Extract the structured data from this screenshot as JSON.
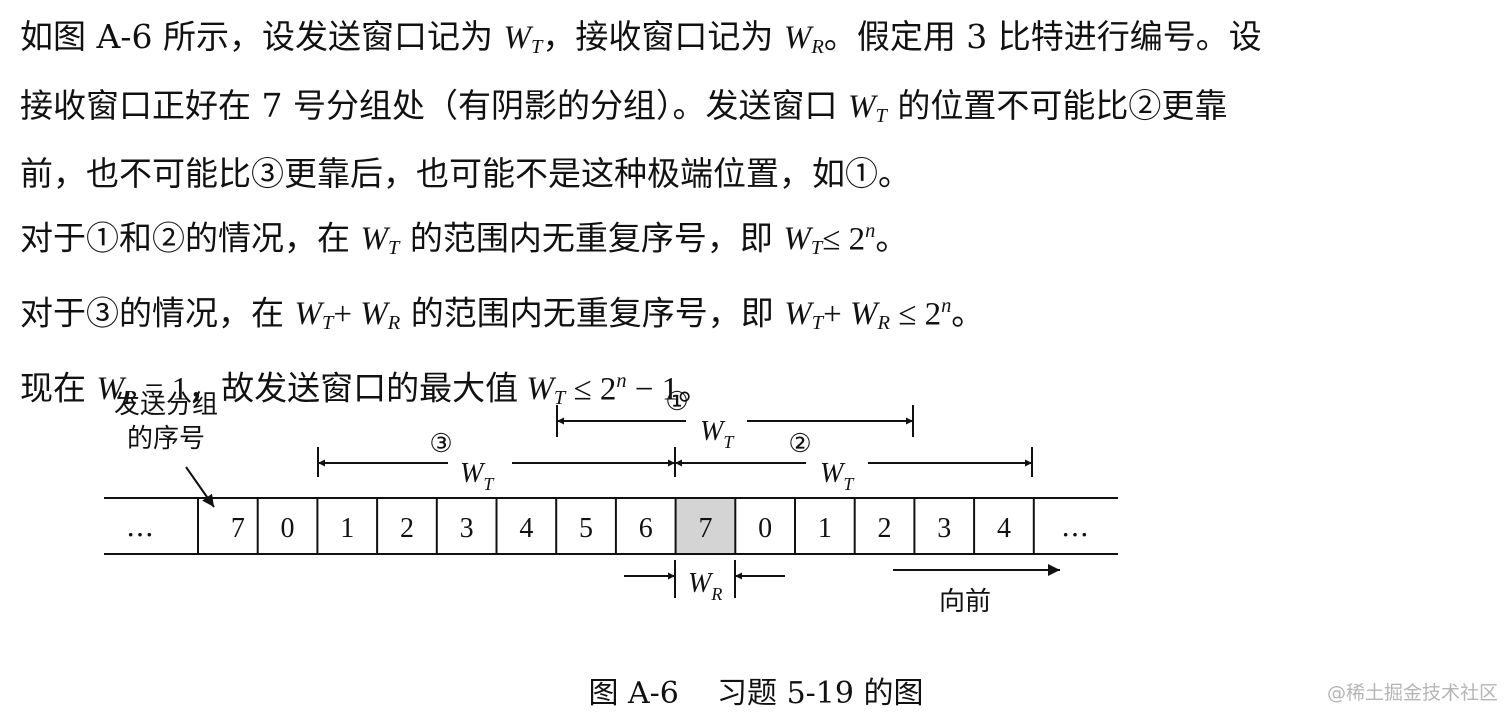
{
  "paragraph": {
    "line1": {
      "a": "如图 A-6 所示，设发送窗口记为 ",
      "w1": "W",
      "s1": "T",
      "b": "，接收窗口记为 ",
      "w2": "W",
      "s2": "R",
      "c": "。假定用 3 比特进行编号。设"
    },
    "line2": {
      "a": "接收窗口正好在  7  号分组处（有阴影的分组）。发送窗口  ",
      "w1": "W",
      "s1": "T",
      "b": " 的位置不可能比②更靠"
    },
    "line3": {
      "a": "前，也不可能比③更靠后，也可能不是这种极端位置，如①。"
    },
    "line4": {
      "a": "对于①和②的情况，在 ",
      "w1": "W",
      "s1": "T",
      "b": " 的范围内无重复序号，即 ",
      "w2": "W",
      "s2": "T",
      "c": "≤ 2",
      "sup": "n",
      "d": "。"
    },
    "line5": {
      "a": "对于③的情况，在 ",
      "w1": "W",
      "s1": "T",
      "b": "+ ",
      "w2": "W",
      "s2": "R",
      "c": " 的范围内无重复序号，即 ",
      "w3": "W",
      "s3": "T",
      "d": "+ ",
      "w4": "W",
      "s4": "R",
      "e": " ≤ 2",
      "sup": "n",
      "f": "。"
    },
    "line6": {
      "a": "现在 ",
      "w1": "W",
      "s1": "R",
      "b": " = 1，故发送窗口的最大值 ",
      "w2": "W",
      "s2": "T",
      "c": "  ≤ 2",
      "sup": "n",
      "d": " − 1。"
    }
  },
  "diagram": {
    "label_line1": "发送分组",
    "label_line2": "的序号",
    "ellipsis": "…",
    "sequence": [
      "7",
      "0",
      "1",
      "2",
      "3",
      "4",
      "5",
      "6",
      "7",
      "0",
      "1",
      "2",
      "3",
      "4"
    ],
    "shaded_index": 8,
    "shade_color": "#d4d4d4",
    "circle1": "①",
    "circle2": "②",
    "circle3": "③",
    "w_letter": "W",
    "sub_t": "T",
    "sub_r": "R",
    "forward": "向前"
  },
  "caption": "图 A-6    习题 5-19 的图",
  "watermark": "@稀土掘金技术社区"
}
